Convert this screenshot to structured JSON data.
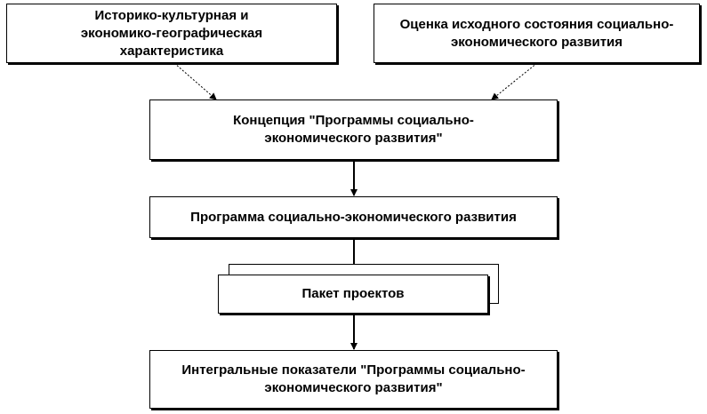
{
  "diagram": {
    "nodes": {
      "history": {
        "lines": [
          "Историко-культурная и",
          "экономико-географическая",
          "характеристика"
        ]
      },
      "assessment": {
        "lines": [
          "Оценка исходного состояния социально-",
          "экономического развития"
        ]
      },
      "concept": {
        "lines": [
          "Концепция \"Программы социально-",
          "экономического развития\""
        ]
      },
      "program": {
        "lines": [
          "Программа социально-экономического развития"
        ]
      },
      "package": {
        "lines": [
          "Пакет проектов"
        ]
      },
      "integral": {
        "lines": [
          "Интегральные показатели \"Программы социально-",
          "экономического развития\""
        ]
      }
    },
    "edges": [
      {
        "from": "history",
        "to": "concept",
        "style": "dotted"
      },
      {
        "from": "assessment",
        "to": "concept",
        "style": "dotted"
      },
      {
        "from": "concept",
        "to": "program",
        "style": "solid"
      },
      {
        "from": "program",
        "to": "package",
        "style": "solid"
      },
      {
        "from": "package",
        "to": "integral",
        "style": "solid"
      }
    ]
  }
}
